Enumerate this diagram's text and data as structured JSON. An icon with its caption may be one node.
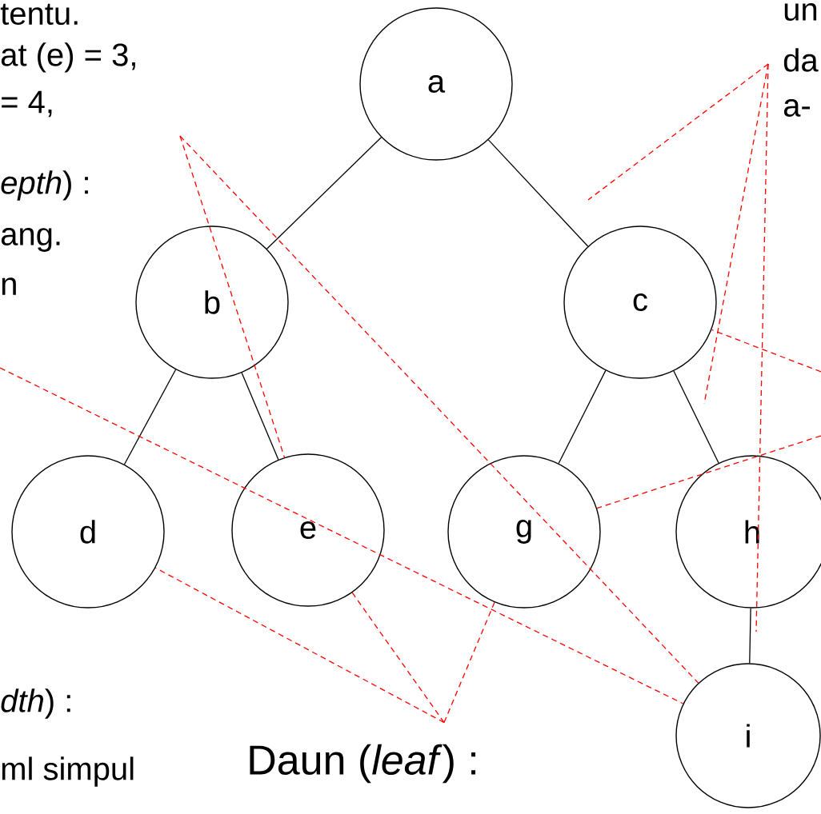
{
  "diagram": {
    "nodes": [
      {
        "text": [
          "a"
        ]
      },
      {
        "text": [
          "b"
        ]
      },
      {
        "text": [
          "c"
        ]
      },
      {
        "text": [
          "d"
        ]
      },
      {
        "text": [
          "e"
        ]
      },
      {
        "text": [
          "g"
        ]
      },
      {
        "text": [
          "h"
        ]
      },
      {
        "text": [
          "i"
        ]
      },
      {
        "text": [
          "da"
        ]
      },
      {
        "text": [
          "Daun (*leaf*) :"
        ]
      }
    ],
    "edges": [
      {
        "from": 0,
        "to": 1,
        "arrow": "none",
        "color": "#000000"
      },
      {
        "from": 0,
        "to": 2,
        "arrow": "none",
        "color": "#000000"
      },
      {
        "from": 1,
        "to": 3,
        "arrow": "none",
        "color": "#000000"
      },
      {
        "from": 1,
        "to": 4,
        "arrow": "none",
        "color": "#000000"
      },
      {
        "from": 2,
        "to": 5,
        "arrow": "none",
        "color": "#000000"
      },
      {
        "from": 2,
        "to": 6,
        "arrow": "none",
        "color": "#000000"
      },
      {
        "from": 6,
        "to": 7,
        "arrow": "none",
        "color": "#000000"
      },
      {
        "from": null,
        "to": 4,
        "arrow": "none",
        "style": "dashed",
        "color": "#ff0000"
      },
      {
        "from": null,
        "to": 7,
        "arrow": "none",
        "style": "dashed",
        "color": "#ff0000"
      },
      {
        "from": 8,
        "to": null,
        "arrow": "none",
        "style": "dashed",
        "color": "#ff0000"
      },
      {
        "from": 8,
        "to": null,
        "arrow": "none",
        "style": "dashed",
        "color": "#ff0000"
      },
      {
        "from": 8,
        "to": null,
        "arrow": "none",
        "style": "dashed",
        "color": "#ff0000"
      },
      {
        "from": null,
        "to": 7,
        "arrow": "none",
        "style": "dashed",
        "color": "#ff0000"
      },
      {
        "from": null,
        "to": 5,
        "arrow": "none",
        "style": "dashed",
        "color": "#ff0000"
      },
      {
        "from": null,
        "to": 2,
        "arrow": "none",
        "style": "dashed",
        "color": "#ff0000"
      },
      {
        "from": 9,
        "to": 3,
        "arrow": "none",
        "style": "dashed",
        "color": "#ff0000"
      },
      {
        "from": 9,
        "to": 4,
        "arrow": "none",
        "style": "dashed",
        "color": "#ff0000"
      },
      {
        "from": 9,
        "to": 5,
        "arrow": "none",
        "style": "dashed",
        "color": "#ff0000"
      }
    ],
    "labels": [
      "tentu.",
      "at (e) = 3,",
      "= 4,",
      "*epth*) :",
      "ang.",
      "n",
      "un",
      "a-",
      "*dth*) :",
      "ml simpul"
    ]
  }
}
